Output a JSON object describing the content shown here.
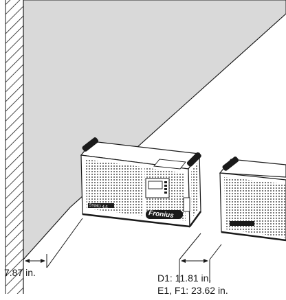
{
  "dimensions": {
    "wall_clearance": "7.87 in.",
    "side_clearance_line1": "D1: 11.81 in.",
    "side_clearance_line2": "E1, F1: 23.62 in."
  },
  "device": {
    "brand_logo": "Fronius",
    "model_badge": "SYMO 4.5"
  },
  "colors": {
    "wall_shade": "#d9d9d9",
    "line": "#1a1a1a"
  }
}
